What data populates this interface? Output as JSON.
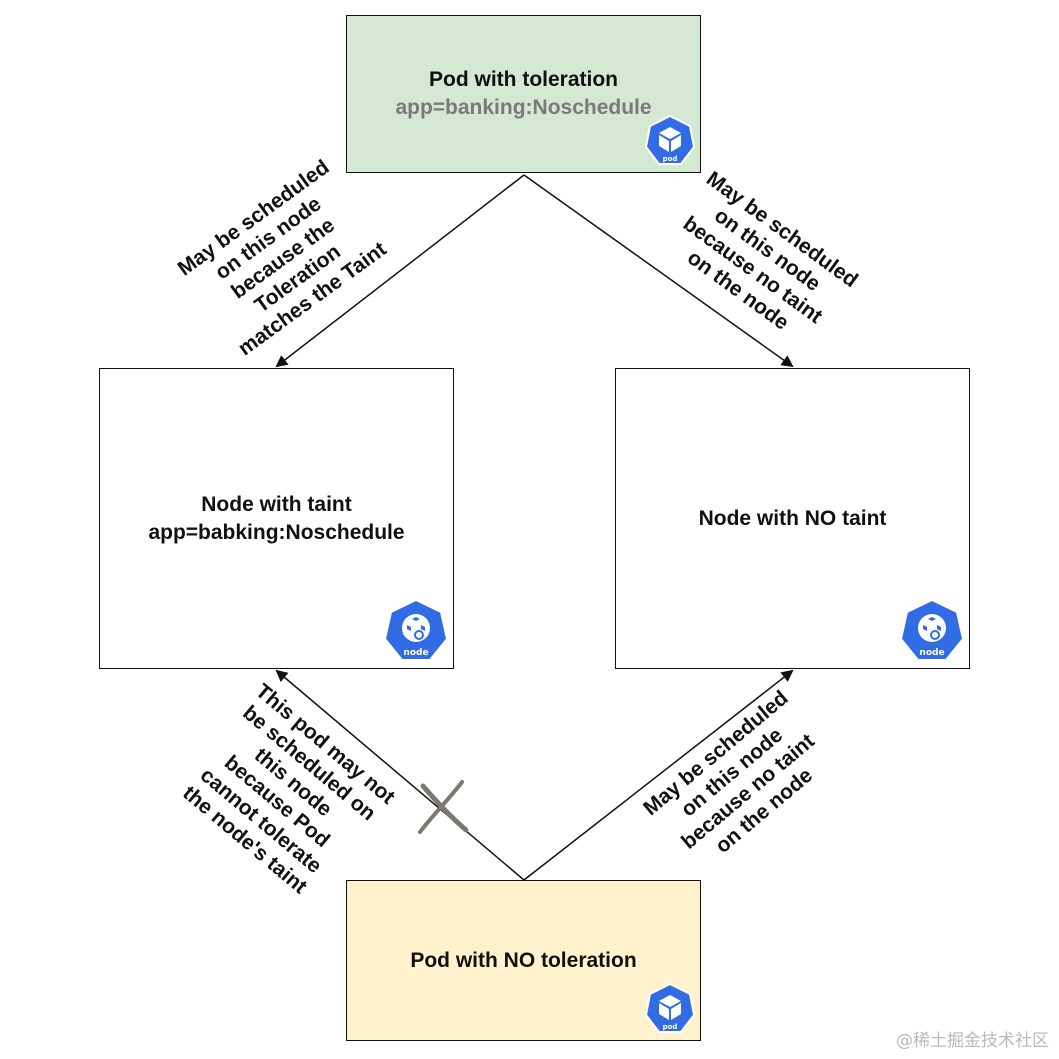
{
  "colors": {
    "pod_top_fill": "#d5e8d4",
    "pod_bottom_fill": "#fff2cc",
    "node_fill": "#ffffff",
    "k8s_blue": "#326ce5",
    "cross_gray": "#7d7871"
  },
  "pod_top": {
    "title": "Pod with toleration",
    "subtitle": "app=banking:Noschedule",
    "icon": "kubernetes-pod-icon",
    "icon_label": "pod"
  },
  "node_left": {
    "title": "Node with taint",
    "subtitle": "app=babking:Noschedule",
    "icon": "kubernetes-node-icon",
    "icon_label": "node"
  },
  "node_right": {
    "title": "Node with NO taint",
    "icon": "kubernetes-node-icon",
    "icon_label": "node"
  },
  "pod_bottom": {
    "title": "Pod with NO toleration",
    "icon": "kubernetes-pod-icon",
    "icon_label": "pod"
  },
  "edges": {
    "top_left": [
      "May be scheduled",
      "on this node",
      "because the",
      "Toleration",
      "matches the Taint"
    ],
    "top_right": [
      "May be scheduled",
      "on this node",
      "because no taint",
      "on the node"
    ],
    "bottom_left": [
      "This pod may not",
      "be scheduled on",
      "this node",
      "because Pod",
      "cannot tolerate",
      "the node's taint"
    ],
    "bottom_right": [
      "May be scheduled",
      "on this node",
      "because no taint",
      "on the node"
    ]
  },
  "watermark": "@稀土掘金技术社区"
}
